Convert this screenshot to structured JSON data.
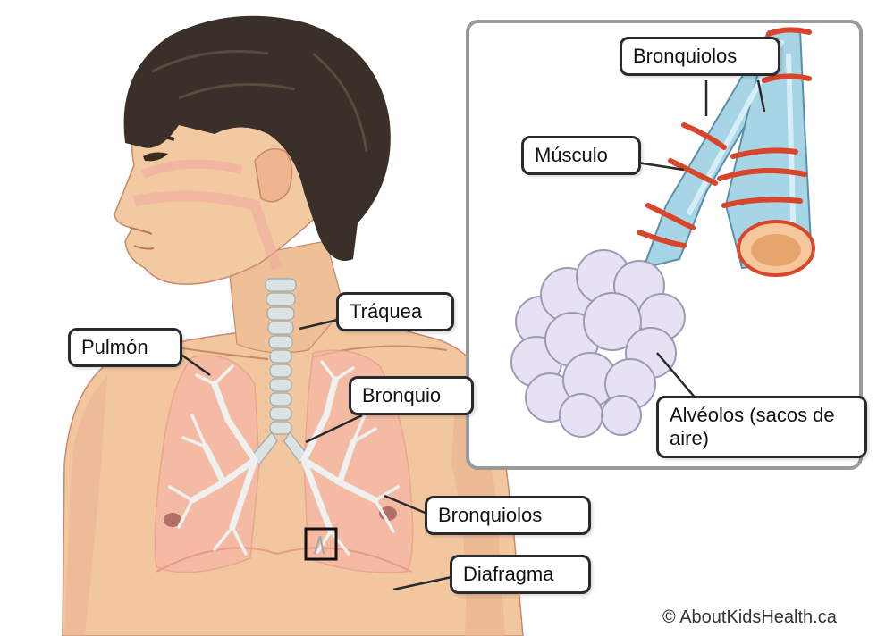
{
  "labels": {
    "pulmon": "Pulmón",
    "traquea": "Tráquea",
    "bronquio": "Bronquio",
    "bronquiolos_main": "Bronquiolos",
    "diafragma": "Diafragma",
    "bronquiolos_inset": "Bronquiolos",
    "musculo": "Músculo",
    "alveolos": "Alvéolos (sacos de aire)"
  },
  "copyright": "© AboutKidsHealth.ca",
  "colors": {
    "skin": "#f2c7a0",
    "skin_shadow": "#e2a98a",
    "hair": "#3b3029",
    "lung": "#f6b6a4",
    "airway": "#dbe2e2",
    "bronchiole_tube": "#a8d5e6",
    "muscle_band": "#d9452a",
    "alveoli": "#e6e2f3",
    "inset_border": "#9a9a9a"
  }
}
